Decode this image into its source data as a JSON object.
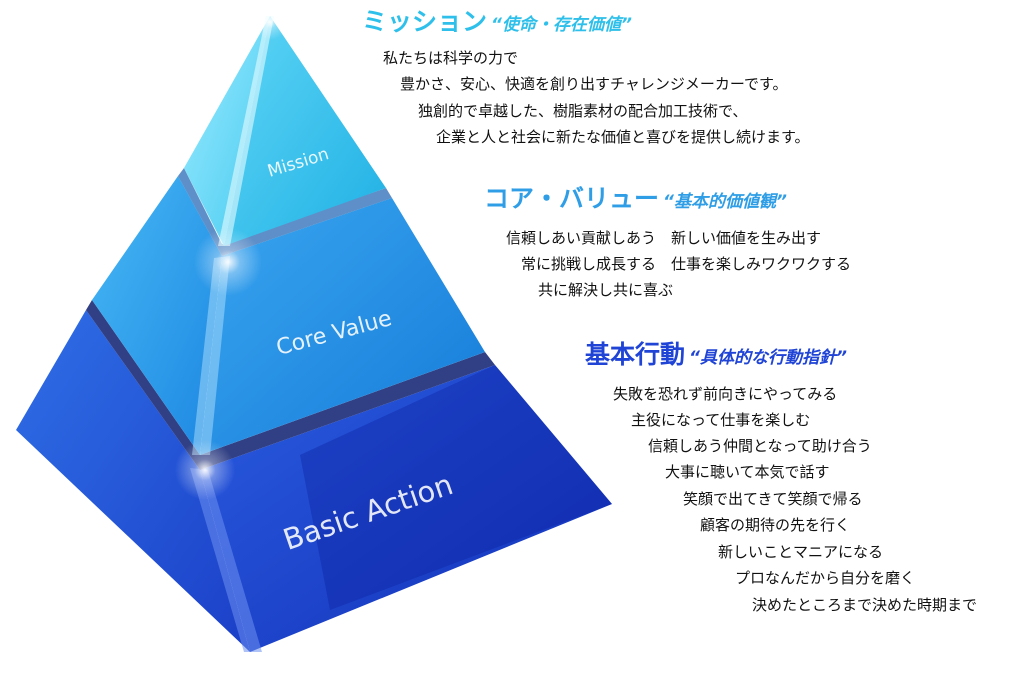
{
  "colors": {
    "mission": "#2ec0ea",
    "core_value": "#2f9ee6",
    "basic_action": "#1f44d6"
  },
  "pyramid": {
    "tiers": [
      {
        "label": "Mission"
      },
      {
        "label": "Core Value"
      },
      {
        "label": "Basic Action"
      }
    ]
  },
  "mission": {
    "title": "ミッション",
    "subtitle": "“使命・存在価値”",
    "lines": [
      "私たちは科学の力で",
      "豊かさ、安心、快適を創り出すチャレンジメーカーです。",
      "独創的で卓越した、樹脂素材の配合加工技術で、",
      "企業と人と社会に新たな価値と喜びを提供し続けます。"
    ]
  },
  "core_value": {
    "title": "コア・バリュー",
    "subtitle": "“基本的価値観”",
    "lines": [
      "信頼しあい貢献しあう　新しい価値を生み出す",
      "常に挑戦し成長する　仕事を楽しみワクワクする",
      "共に解決し共に喜ぶ"
    ]
  },
  "basic_action": {
    "title": "基本行動",
    "subtitle": "“具体的な行動指針”",
    "lines": [
      "失敗を恐れず前向きにやってみる",
      "主役になって仕事を楽しむ",
      "信頼しあう仲間となって助け合う",
      "大事に聴いて本気で話す",
      "笑顔で出てきて笑顔で帰る",
      "顧客の期待の先を行く",
      "新しいことマニアになる",
      "プロなんだから自分を磨く",
      "決めたところまで決めた時期まで"
    ]
  }
}
